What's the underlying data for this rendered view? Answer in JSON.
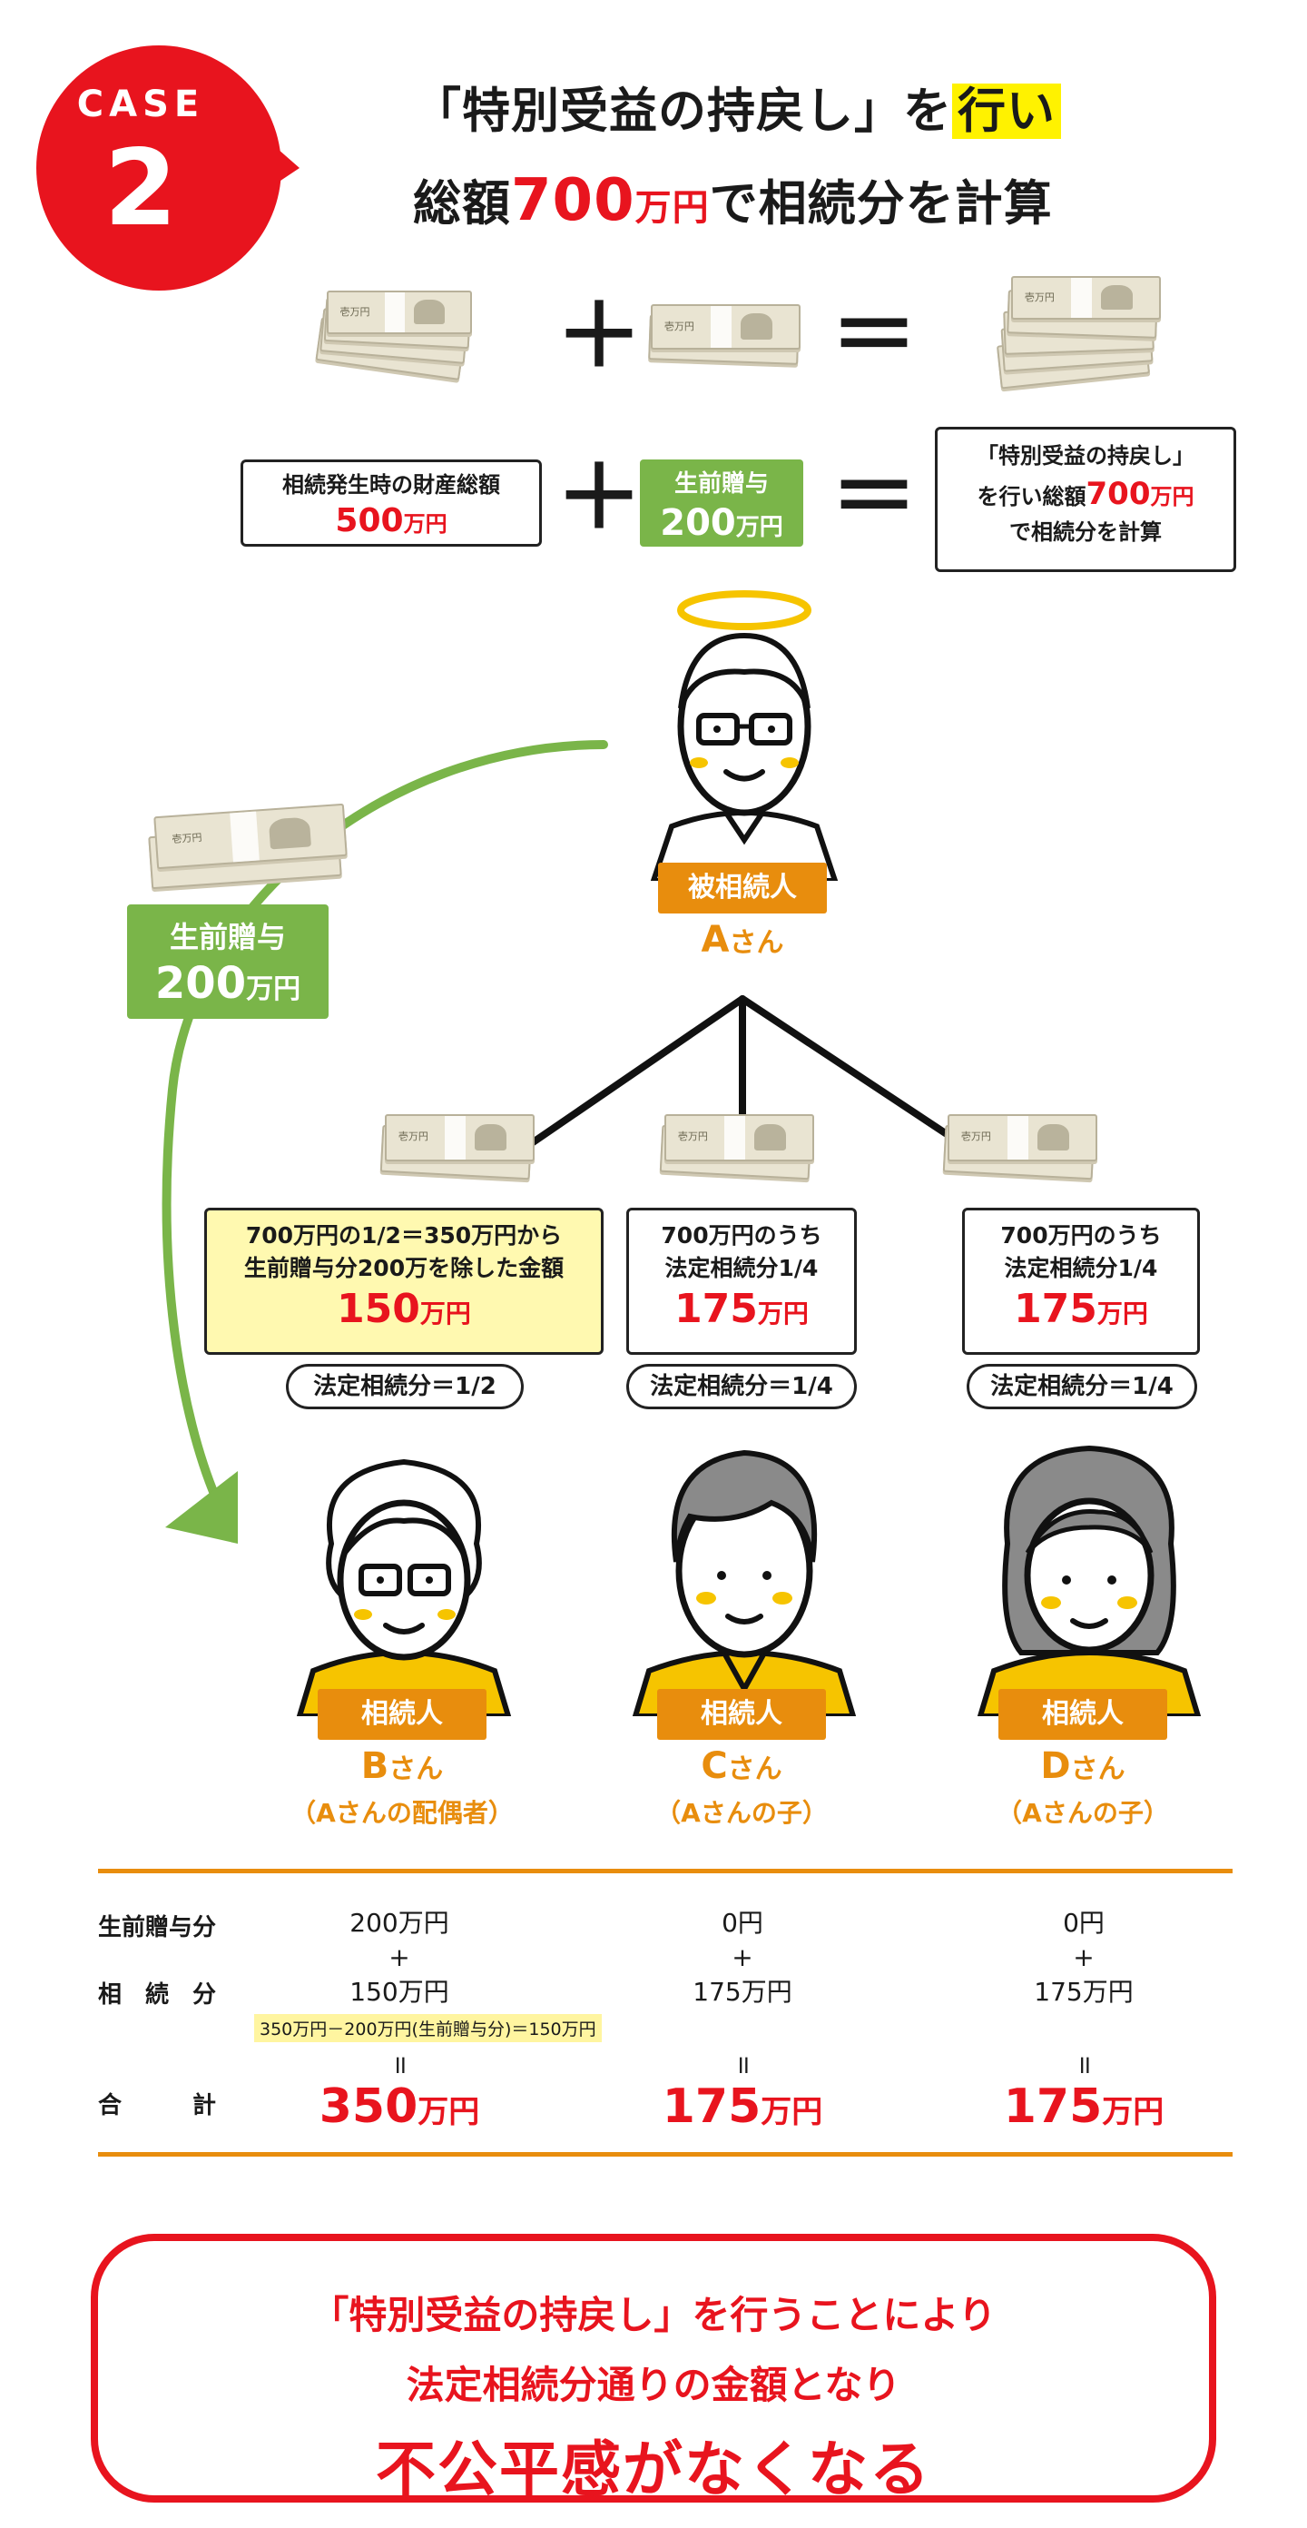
{
  "header": {
    "case_label": "CASE",
    "case_number": "2",
    "title_line1_a": "「特別受益の持戻し」を",
    "title_line1_hl": "行い",
    "title_line2_a": "総額",
    "title_line2_num": "700",
    "title_line2_unit": "万円",
    "title_line2_b": "で相続分を計算"
  },
  "equation": {
    "plus": "＋",
    "equals": "＝",
    "box1": {
      "line": "相続発生時の財産総額",
      "num": "500",
      "unit": "万円"
    },
    "box2": {
      "line": "生前贈与",
      "num": "200",
      "unit": "万円"
    },
    "box3": {
      "line1": "「特別受益の持戻し」",
      "line2_a": "を行い総額",
      "num": "700",
      "unit": "万円",
      "line3": "で相続分を計算"
    }
  },
  "bill_code": "壱万円",
  "deceased": {
    "role": "被相続人",
    "name": "A",
    "name_suffix": "さん"
  },
  "gift_label": {
    "line": "生前贈与",
    "num": "200",
    "unit": "万円"
  },
  "heirs": [
    {
      "calc_line1": "700万円の1/2＝350万円から",
      "calc_line2": "生前贈与分200万を除した金額",
      "amount": "150",
      "unit": "万円",
      "share": "法定相続分＝1/2",
      "role": "相続人",
      "name": "B",
      "name_suffix": "さん",
      "relation": "（Aさんの配偶者）"
    },
    {
      "calc_line1": "700万円のうち",
      "calc_line2": "法定相続分1/4",
      "amount": "175",
      "unit": "万円",
      "share": "法定相続分＝1/4",
      "role": "相続人",
      "name": "C",
      "name_suffix": "さん",
      "relation": "（Aさんの子）"
    },
    {
      "calc_line1": "700万円のうち",
      "calc_line2": "法定相続分1/4",
      "amount": "175",
      "unit": "万円",
      "share": "法定相続分＝1/4",
      "role": "相続人",
      "name": "D",
      "name_suffix": "さん",
      "relation": "（Aさんの子）"
    }
  ],
  "summary": {
    "row_gift": "生前贈与分",
    "row_inherit": "相　続　分",
    "row_total": "合　　　計",
    "plus": "+",
    "eq": "॥",
    "note": "350万円－200万円(生前贈与分)＝150万円",
    "cols": [
      {
        "gift": "200万円",
        "inherit": "150万円",
        "total": "350",
        "unit": "万円"
      },
      {
        "gift": "0円",
        "inherit": "175万円",
        "total": "175",
        "unit": "万円"
      },
      {
        "gift": "0円",
        "inherit": "175万円",
        "total": "175",
        "unit": "万円"
      }
    ]
  },
  "conclusion": {
    "line1": "「特別受益の持戻し」を行うことにより",
    "line2": "法定相続分通りの金額となり",
    "line3": "不公平感がなくなる"
  },
  "colors": {
    "red": "#e8141e",
    "orange": "#e88d0d",
    "green": "#7ab549",
    "yellow": "#fff200"
  }
}
